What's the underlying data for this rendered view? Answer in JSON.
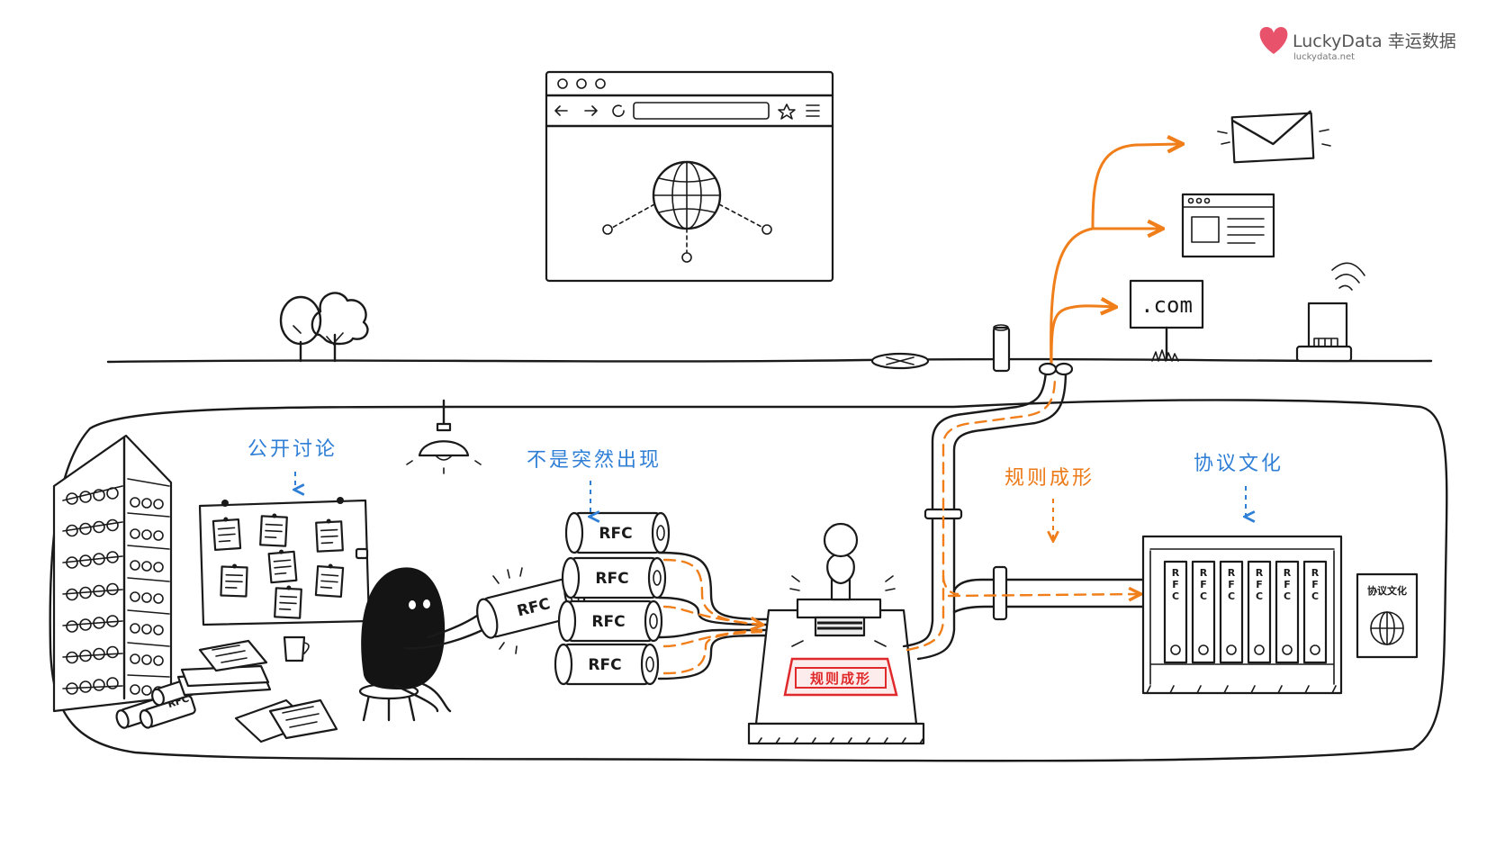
{
  "brand": {
    "name": "LuckyData 幸运数据",
    "url": "luckydata.net",
    "heart_color": "#e8526a"
  },
  "labels": {
    "public_discussion": "公开讨论",
    "not_sudden": "不是突然出现",
    "rules_form": "规则成形",
    "protocol_culture": "协议文化"
  },
  "rfc": {
    "label": "RFC",
    "small_label": "RFC",
    "binder_letters": [
      "R",
      "F",
      "C"
    ]
  },
  "stamp_text": "规则成形",
  "plaque_text": "协议文化",
  "domain_sign": ".com",
  "colors": {
    "flow": "#f07f1b",
    "annotation": "#2f7fd6",
    "stamp": "#e0292b"
  },
  "icons": [
    "browser-globe-icon",
    "envelope-icon",
    "webpage-icon",
    "domain-sign-icon",
    "router-icon",
    "lamp-icon",
    "tree-icon",
    "globe-icon"
  ]
}
